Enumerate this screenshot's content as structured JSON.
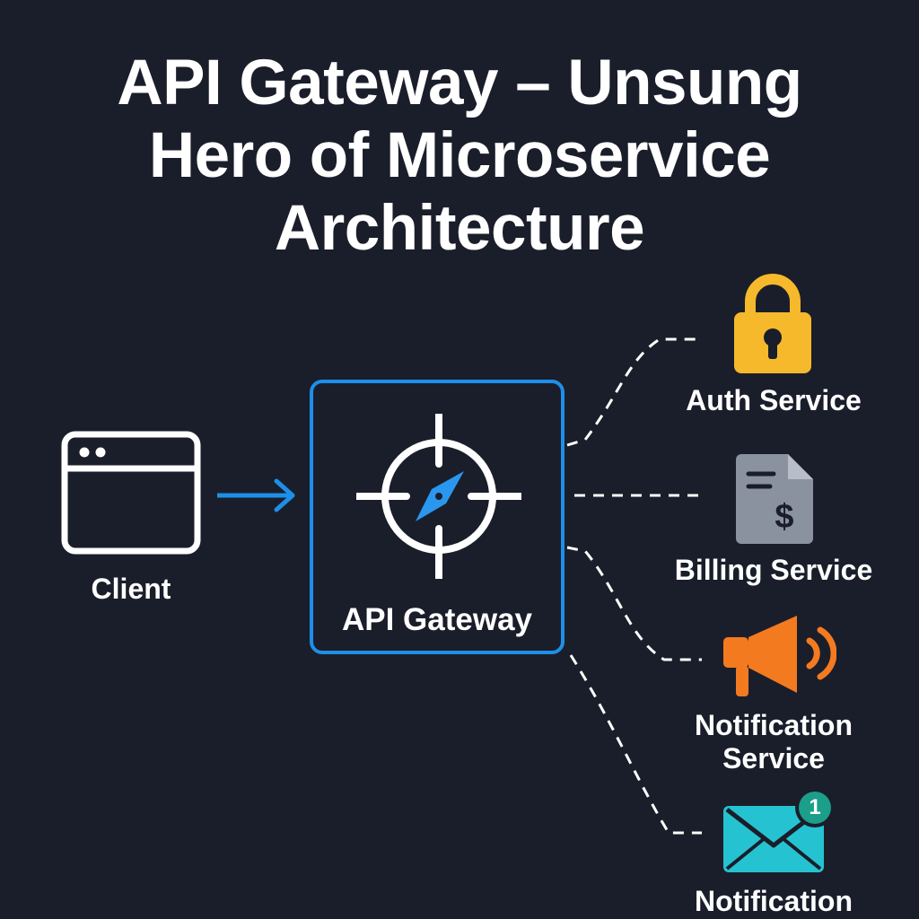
{
  "title": {
    "line1": "API Gateway – Unsung",
    "line2": "Hero of Microservice",
    "line3": "Architecture"
  },
  "client": {
    "label": "Client",
    "icon": "browser-window-icon"
  },
  "gateway": {
    "label": "API Gateway",
    "icon": "compass-crosshair-icon"
  },
  "services": [
    {
      "label": "Auth Service",
      "icon": "lock-icon",
      "color": "#f6b92b"
    },
    {
      "label": "Billing Service",
      "icon": "invoice-dollar-icon",
      "color": "#8a929f"
    },
    {
      "label_line1": "Notification",
      "label_line2": "Service",
      "icon": "megaphone-icon",
      "color": "#f47a20"
    },
    {
      "label": "Notification",
      "icon": "envelope-icon",
      "color": "#25c3d1",
      "badge": "1"
    }
  ],
  "colors": {
    "background": "#1a1e2a",
    "accent": "#1e8fe8",
    "text": "#ffffff"
  }
}
